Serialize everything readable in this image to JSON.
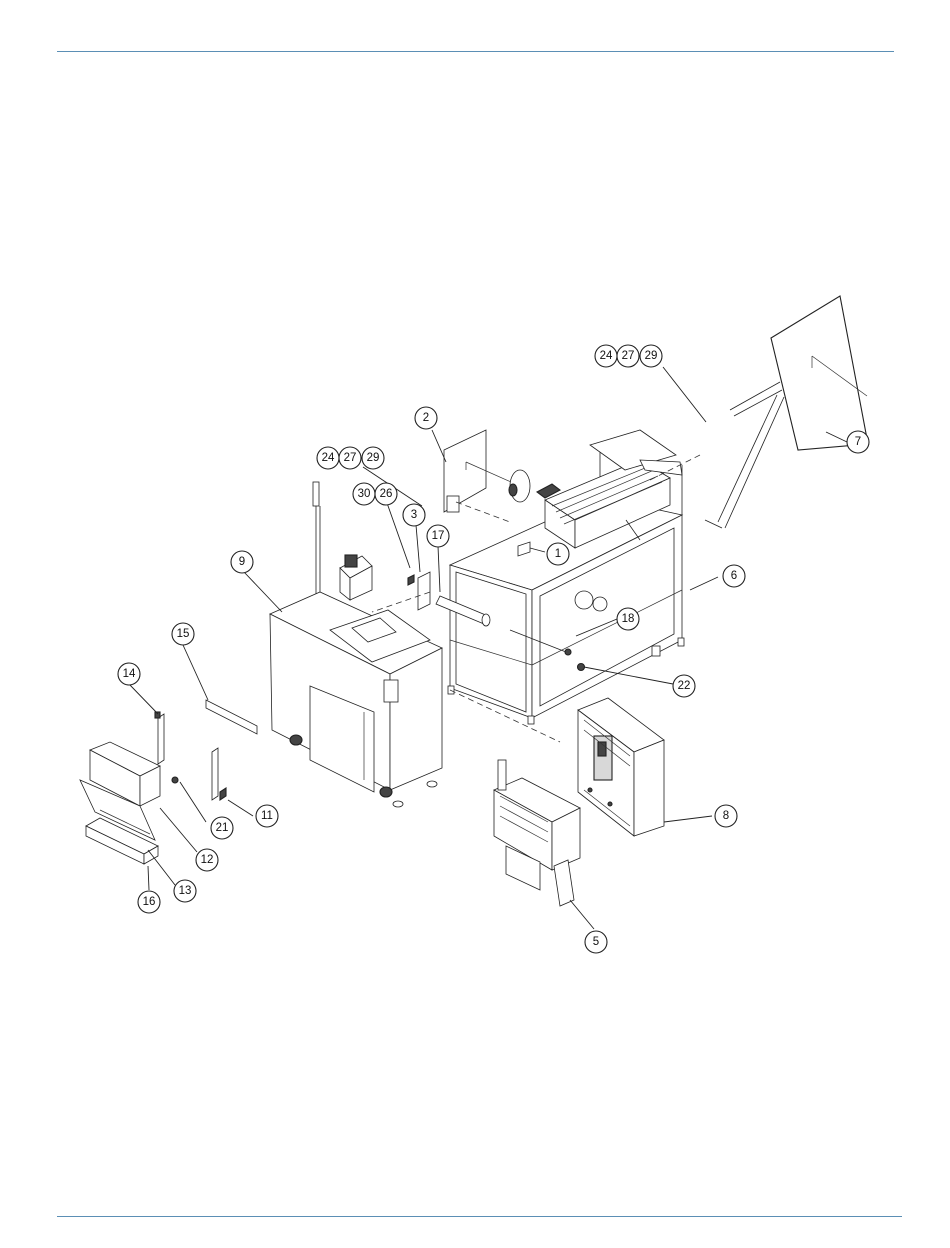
{
  "callouts": {
    "c1": "1",
    "c2": "2",
    "c3": "3",
    "c5": "5",
    "c6": "6",
    "c7": "7",
    "c8": "8",
    "c9": "9",
    "c11": "11",
    "c12": "12",
    "c13": "13",
    "c14": "14",
    "c15": "15",
    "c16": "16",
    "c17": "17",
    "c18": "18",
    "c21": "21",
    "c22": "22",
    "c26": "26",
    "c30": "30",
    "a24": "24",
    "a27": "27",
    "a29": "29",
    "b24": "24",
    "b27": "27",
    "b29": "29"
  }
}
